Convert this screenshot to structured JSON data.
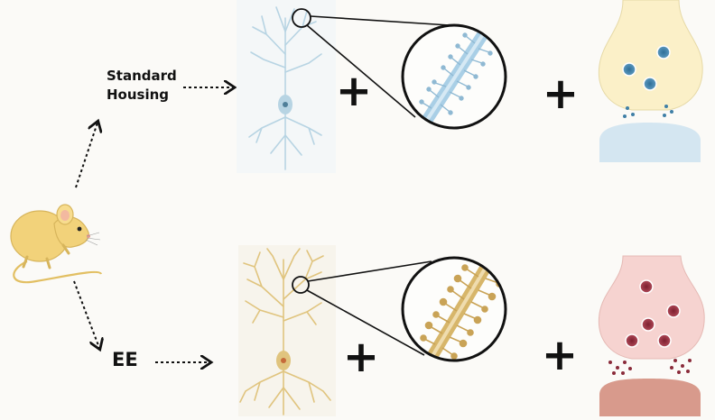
{
  "labels": {
    "standard_line1": "Standard",
    "standard_line2": "Housing",
    "enriched": "EE"
  },
  "symbols": {
    "plus": "+"
  },
  "colors": {
    "background": "#fbfaf7",
    "mouse": "#f2d27a",
    "standard_neuron": "#b7d4e3",
    "standard_dendrite": "#a9cfe6",
    "standard_terminal": "#fbf0c8",
    "standard_postsynaptic": "#d4e6f1",
    "standard_vesicle": "#3f7fa6",
    "ee_neuron": "#e0c47e",
    "ee_dendrite": "#d7b66a",
    "ee_terminal": "#f6d3d0",
    "ee_postsynaptic": "#d89a8c",
    "ee_vesicle": "#8a2b3a",
    "stroke": "#111111"
  },
  "icons": [
    "mouse-icon",
    "neuron-icon",
    "dendrite-magnifier-icon",
    "synapse-icon",
    "dotted-arrow-icon"
  ]
}
